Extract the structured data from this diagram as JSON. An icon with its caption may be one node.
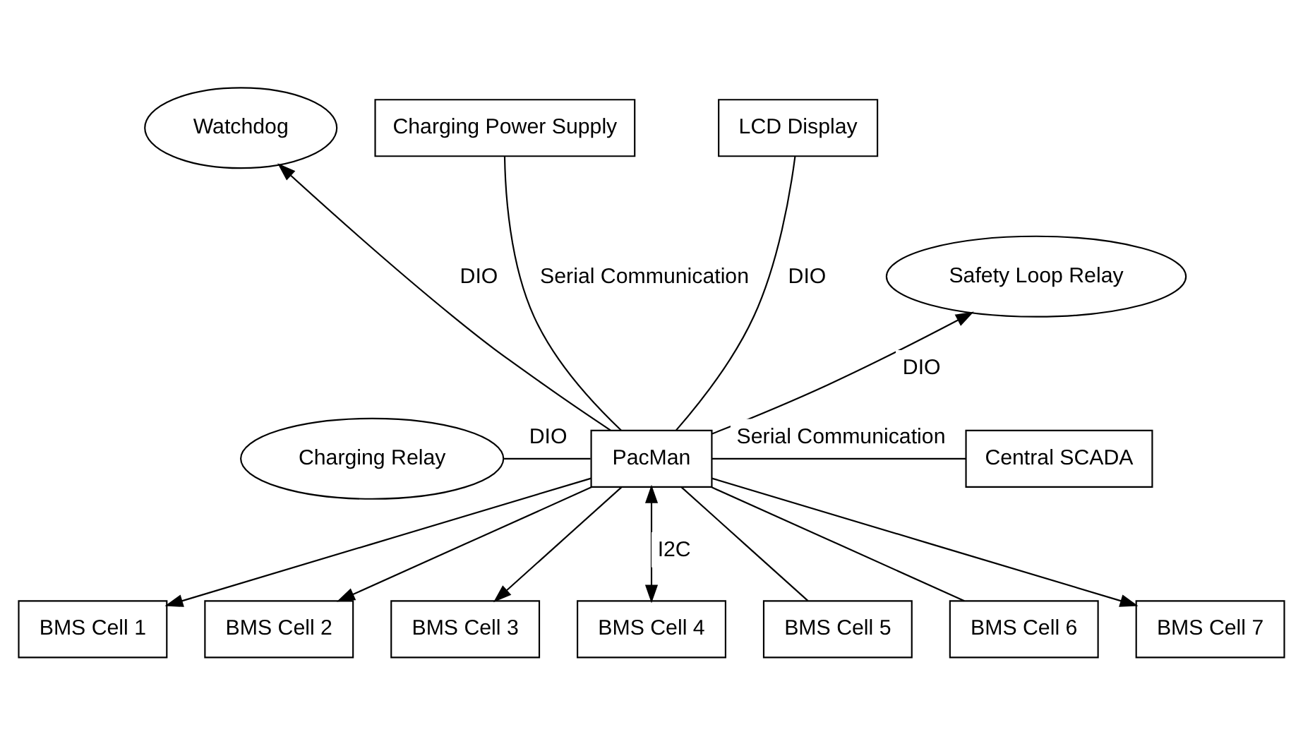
{
  "diagram": {
    "nodes": [
      {
        "text": [
          "Watchdog"
        ]
      },
      {
        "text": [
          "Charging Power Supply"
        ]
      },
      {
        "text": [
          "LCD Display"
        ]
      },
      {
        "text": [
          "Safety Loop Relay"
        ]
      },
      {
        "text": [
          "Charging Relay"
        ]
      },
      {
        "text": [
          "PacMan"
        ]
      },
      {
        "text": [
          "Central SCADA"
        ]
      },
      {
        "text": [
          "BMS Cell 1"
        ]
      },
      {
        "text": [
          "BMS Cell 2"
        ]
      },
      {
        "text": [
          "BMS Cell 3"
        ]
      },
      {
        "text": [
          "BMS Cell 4"
        ]
      },
      {
        "text": [
          "BMS Cell 5"
        ]
      },
      {
        "text": [
          "BMS Cell 6"
        ]
      },
      {
        "text": [
          "BMS Cell 7"
        ]
      }
    ],
    "edges": [
      {
        "from": 5,
        "to": 0,
        "arrow": "to",
        "label": "DIO"
      },
      {
        "from": 1,
        "to": 5,
        "arrow": "none",
        "label": "Serial Communication"
      },
      {
        "from": 5,
        "to": 2,
        "arrow": "none",
        "label": "DIO"
      },
      {
        "from": 5,
        "to": 3,
        "arrow": "to",
        "label": "DIO"
      },
      {
        "from": 4,
        "to": 5,
        "arrow": "none",
        "label": "DIO"
      },
      {
        "from": 5,
        "to": 6,
        "arrow": "none",
        "label": "Serial Communication"
      },
      {
        "from": 5,
        "to": 7,
        "arrow": "to"
      },
      {
        "from": 5,
        "to": 8,
        "arrow": "to"
      },
      {
        "from": 5,
        "to": 9,
        "arrow": "to"
      },
      {
        "from": 5,
        "to": 10,
        "arrow": "both",
        "label": "I2C"
      },
      {
        "from": 5,
        "to": 11,
        "arrow": "none"
      },
      {
        "from": 5,
        "to": 12,
        "arrow": "none"
      },
      {
        "from": 5,
        "to": 13,
        "arrow": "to"
      }
    ]
  }
}
